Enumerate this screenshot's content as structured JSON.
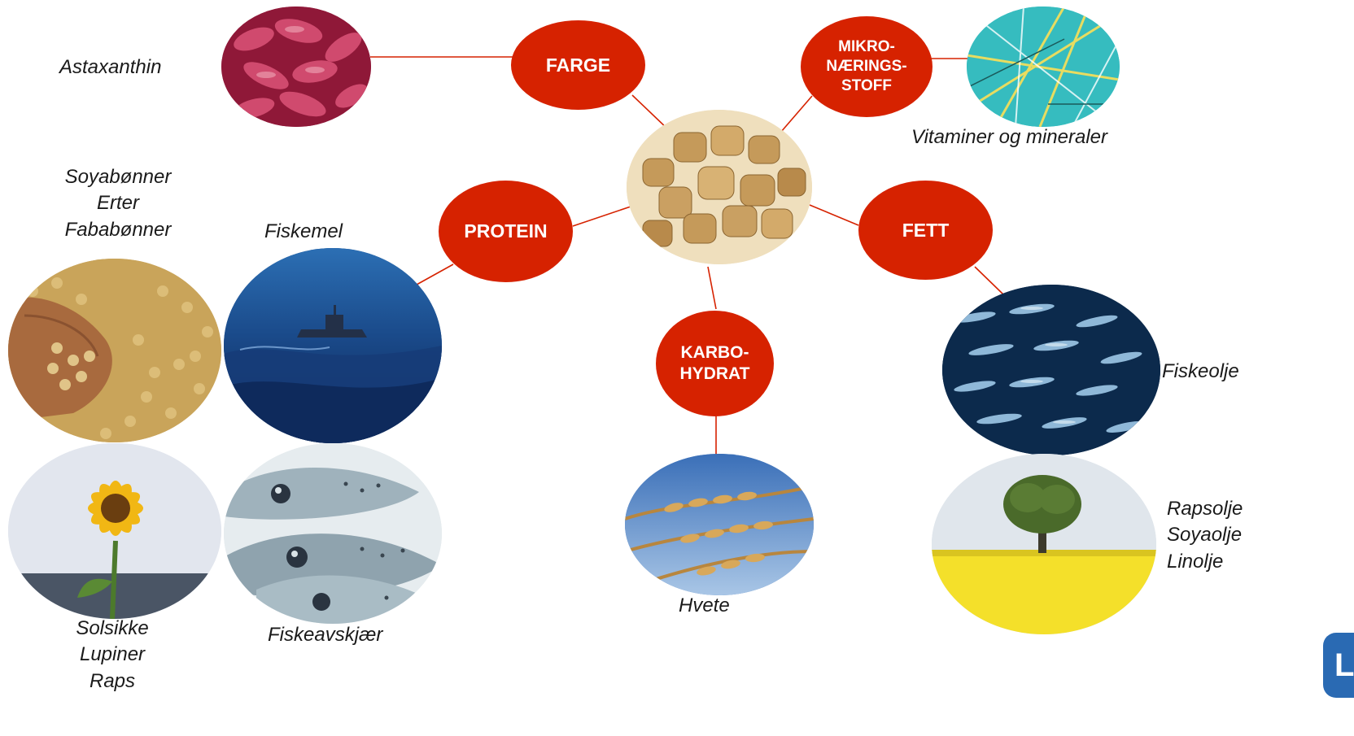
{
  "center": {
    "icon": "feed-pellets-icon"
  },
  "categories": {
    "farge": "FARGE",
    "mikro": [
      "MIKRO-",
      "NÆRINGS-",
      "STOFF"
    ],
    "protein": "PROTEIN",
    "fett": "FETT",
    "karbo": [
      "KARBO-",
      "HYDRAT"
    ]
  },
  "captions": {
    "astaxanthin": "Astaxanthin",
    "vitaminer": "Vitaminer og mineraler",
    "plant_protein_top": [
      "Soyabønner",
      "Erter",
      "Fababønner"
    ],
    "fiskemel": "Fiskemel",
    "plant_protein_bottom": [
      "Solsikke",
      "Lupiner",
      "Raps"
    ],
    "fiskeavskjaer": "Fiskeavskjær",
    "hvete": "Hvete",
    "fiskeolje": "Fiskeolje",
    "plant_oils": [
      "Rapsolje",
      "Soyaolje",
      "Linolje"
    ]
  },
  "photos": {
    "astaxanthin": "krill-icon",
    "vitaminer": "crystals-icon",
    "soy": "soybeans-hand-icon",
    "fiskemel": "fishing-boat-sea-icon",
    "sunflower": "sunflower-icon",
    "fiskeavskjaer": "salmon-heads-icon",
    "hvete": "wheat-icon",
    "fiskeolje": "fish-school-icon",
    "rapeseed": "rapeseed-field-tree-icon"
  },
  "logo": {
    "text": "LE",
    "icon": "brand-logo-icon"
  },
  "colors": {
    "bubble": "#d62200",
    "link": "#d62200",
    "logo": "#2a6ab3"
  }
}
